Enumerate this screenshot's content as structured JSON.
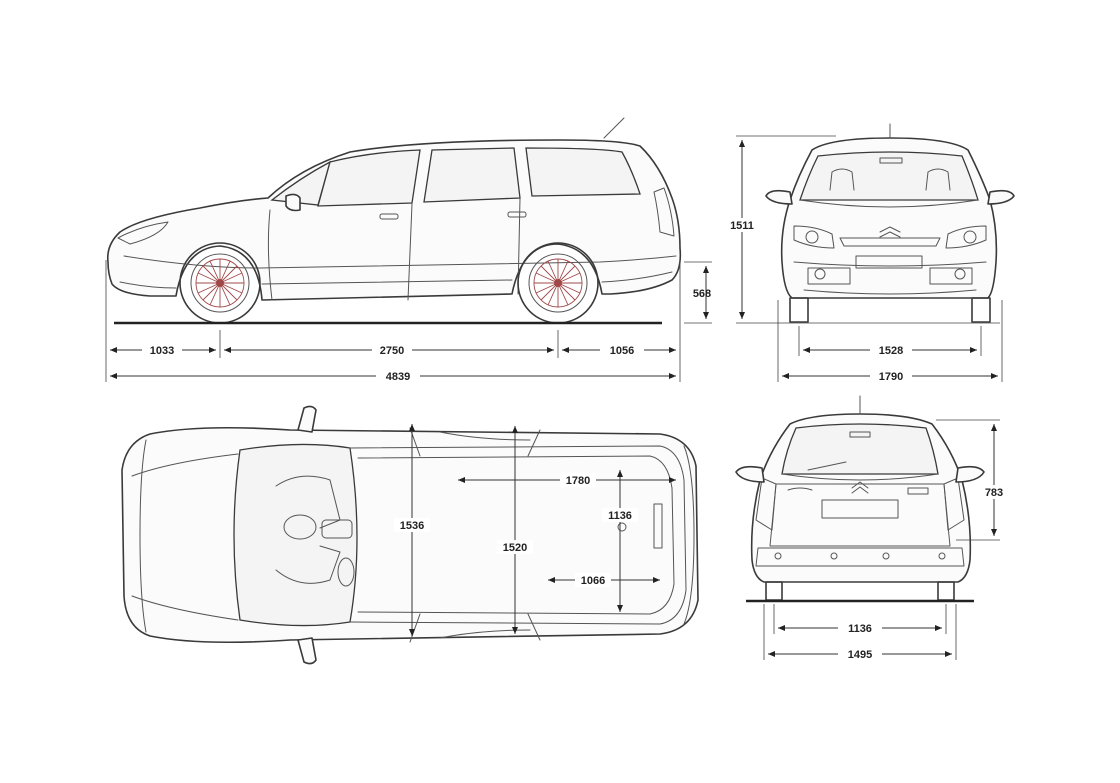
{
  "dimensions": {
    "front_overhang": "1033",
    "wheelbase": "2750",
    "rear_overhang": "1056",
    "overall_length": "4839",
    "ground_clearance_side": "568",
    "overall_height": "1511",
    "front_track": "1528",
    "front_width": "1790",
    "top_interior_width": "1536",
    "top_interior_width_rear": "1520",
    "top_cargo_length": "1780",
    "top_cargo_width": "1136",
    "top_cargo_floor": "1066",
    "rear_load_height": "783",
    "rear_opening_width": "1136",
    "rear_overall_width": "1495"
  },
  "colors": {
    "line": "#3a3a3a",
    "wheel_rim": "#a04848"
  }
}
